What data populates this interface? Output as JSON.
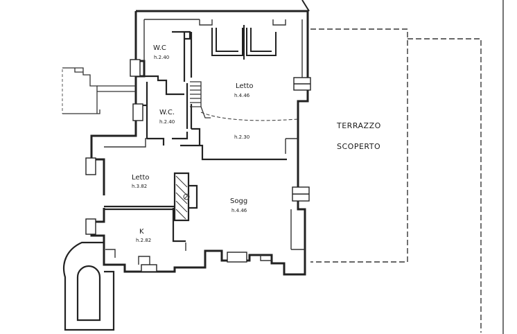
{
  "rooms": {
    "wc_upper": {
      "name": "W.C",
      "height": "h.2.40"
    },
    "wc_lower": {
      "name": "W.C.",
      "height": "h.2.40"
    },
    "letto_upper": {
      "name": "Letto",
      "height": "h.4.46"
    },
    "passage": {
      "height": "h.2.30"
    },
    "letto_lower": {
      "name": "Letto",
      "height": "h.3.82"
    },
    "soggiorno": {
      "name": "Sogg",
      "height": "h.4.46"
    },
    "kitchen": {
      "name": "K",
      "height": "h.2.82"
    }
  },
  "terrace": {
    "line1": "TERRAZZO",
    "line2": "SCOPERTO"
  }
}
